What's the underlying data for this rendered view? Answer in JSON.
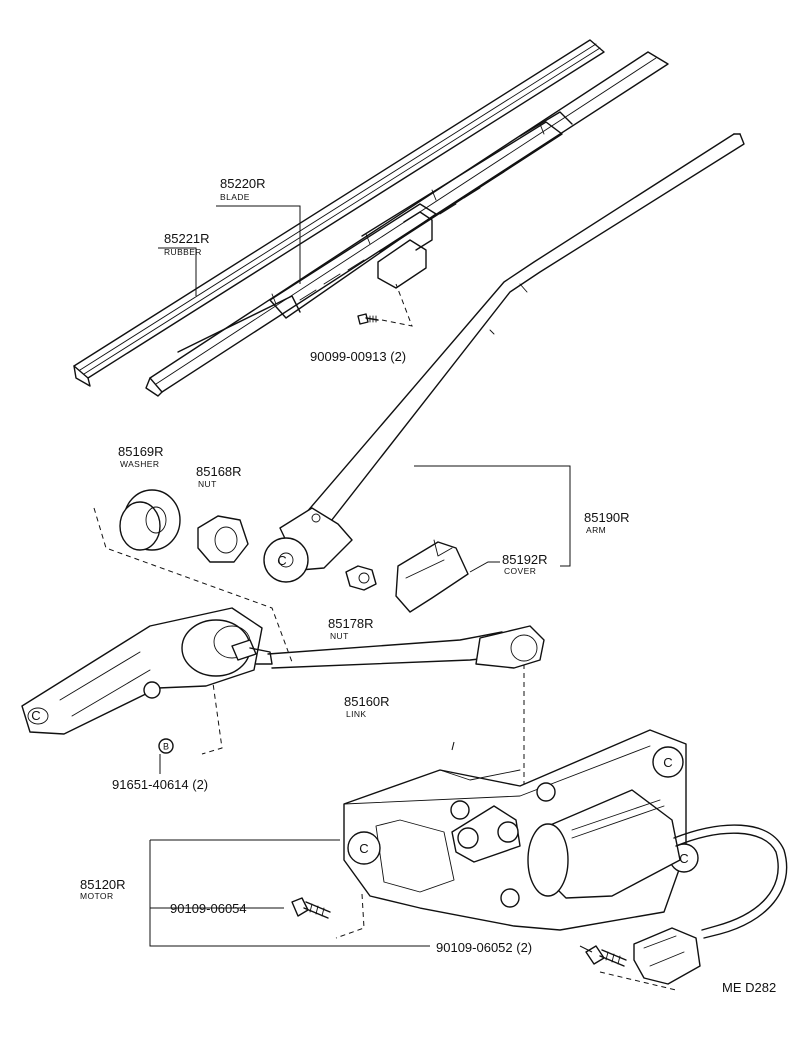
{
  "parts": [
    {
      "id": "blade",
      "number": "85220R",
      "name": "BLADE"
    },
    {
      "id": "rubber",
      "number": "85221R",
      "name": "RUBBER"
    },
    {
      "id": "screw",
      "number": "90099-00913 (2)",
      "name": ""
    },
    {
      "id": "washer",
      "number": "85169R",
      "name": "WASHER"
    },
    {
      "id": "nut",
      "number": "85168R",
      "name": "NUT"
    },
    {
      "id": "arm",
      "number": "85190R",
      "name": "ARM"
    },
    {
      "id": "cover",
      "number": "85192R",
      "name": "COVER"
    },
    {
      "id": "nut2",
      "number": "85178R",
      "name": "NUT"
    },
    {
      "id": "link",
      "number": "85160R",
      "name": "LINK"
    },
    {
      "id": "clip",
      "number": "91651-40614 (2)",
      "name": "",
      "symbol": "B"
    },
    {
      "id": "motor",
      "number": "85120R",
      "name": "MOTOR"
    },
    {
      "id": "bolt1",
      "number": "90109-06054",
      "name": ""
    },
    {
      "id": "bolt2",
      "number": "90109-06052 (2)",
      "name": ""
    }
  ],
  "marks": {
    "c": "C"
  },
  "diagram_code": "ME D282"
}
